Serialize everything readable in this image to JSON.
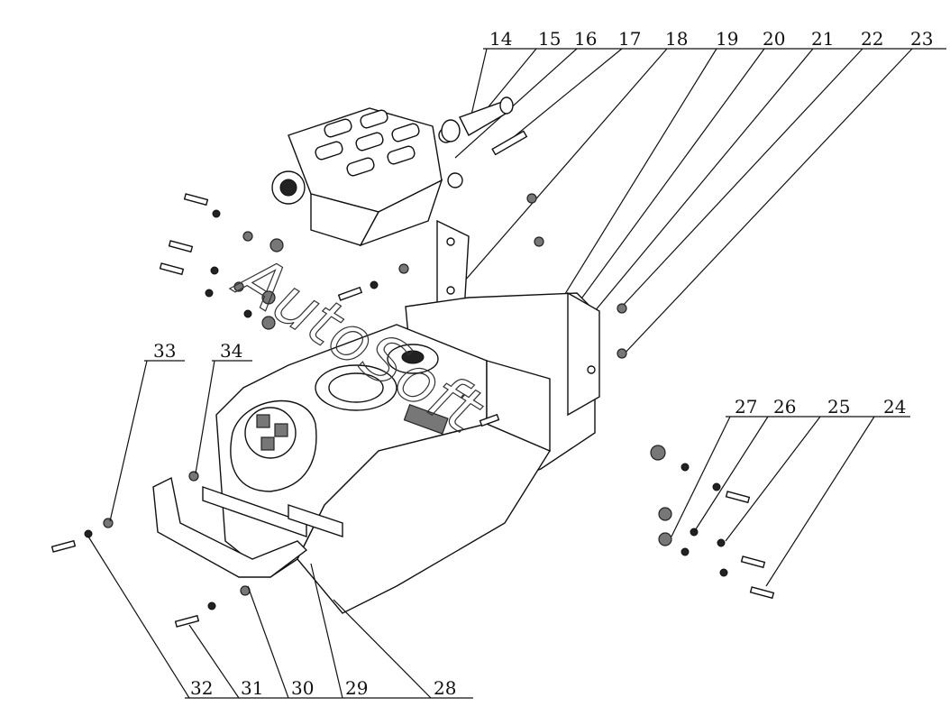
{
  "watermark": "AutoSoft",
  "callouts": {
    "c14": "14",
    "c15": "15",
    "c16": "16",
    "c17": "17",
    "c18": "18",
    "c19": "19",
    "c20": "20",
    "c21": "21",
    "c22": "22",
    "c23": "23",
    "c24": "24",
    "c25": "25",
    "c26": "26",
    "c27": "27",
    "c28": "28",
    "c29": "29",
    "c30": "30",
    "c31": "31",
    "c32": "32",
    "c33": "33",
    "c34": "34"
  }
}
